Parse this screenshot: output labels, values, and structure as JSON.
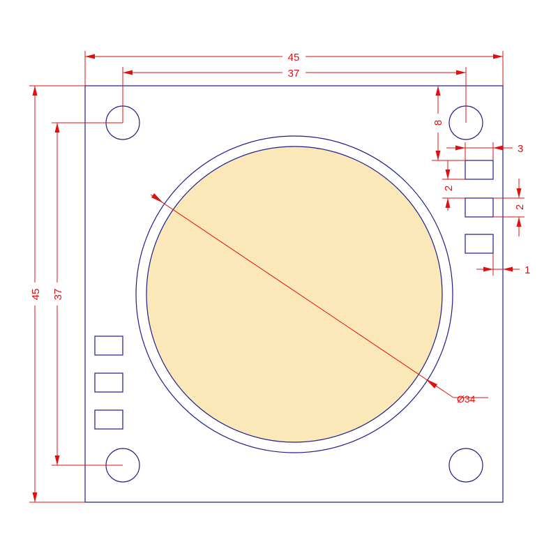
{
  "drawing": {
    "dimensions": {
      "overall_width": "45",
      "hole_spacing_horizontal": "37",
      "overall_height": "45",
      "hole_spacing_vertical": "37",
      "hole_offset_top": "8",
      "pad_width": "3",
      "pad_height": "2",
      "pad_gap": "2",
      "pad_edge_offset": "1",
      "emitter_diameter": "Ø34"
    },
    "colors": {
      "outline": "#1c1c8c",
      "dimension": "#e01010",
      "emitter_fill": "#fbe8b8"
    }
  }
}
